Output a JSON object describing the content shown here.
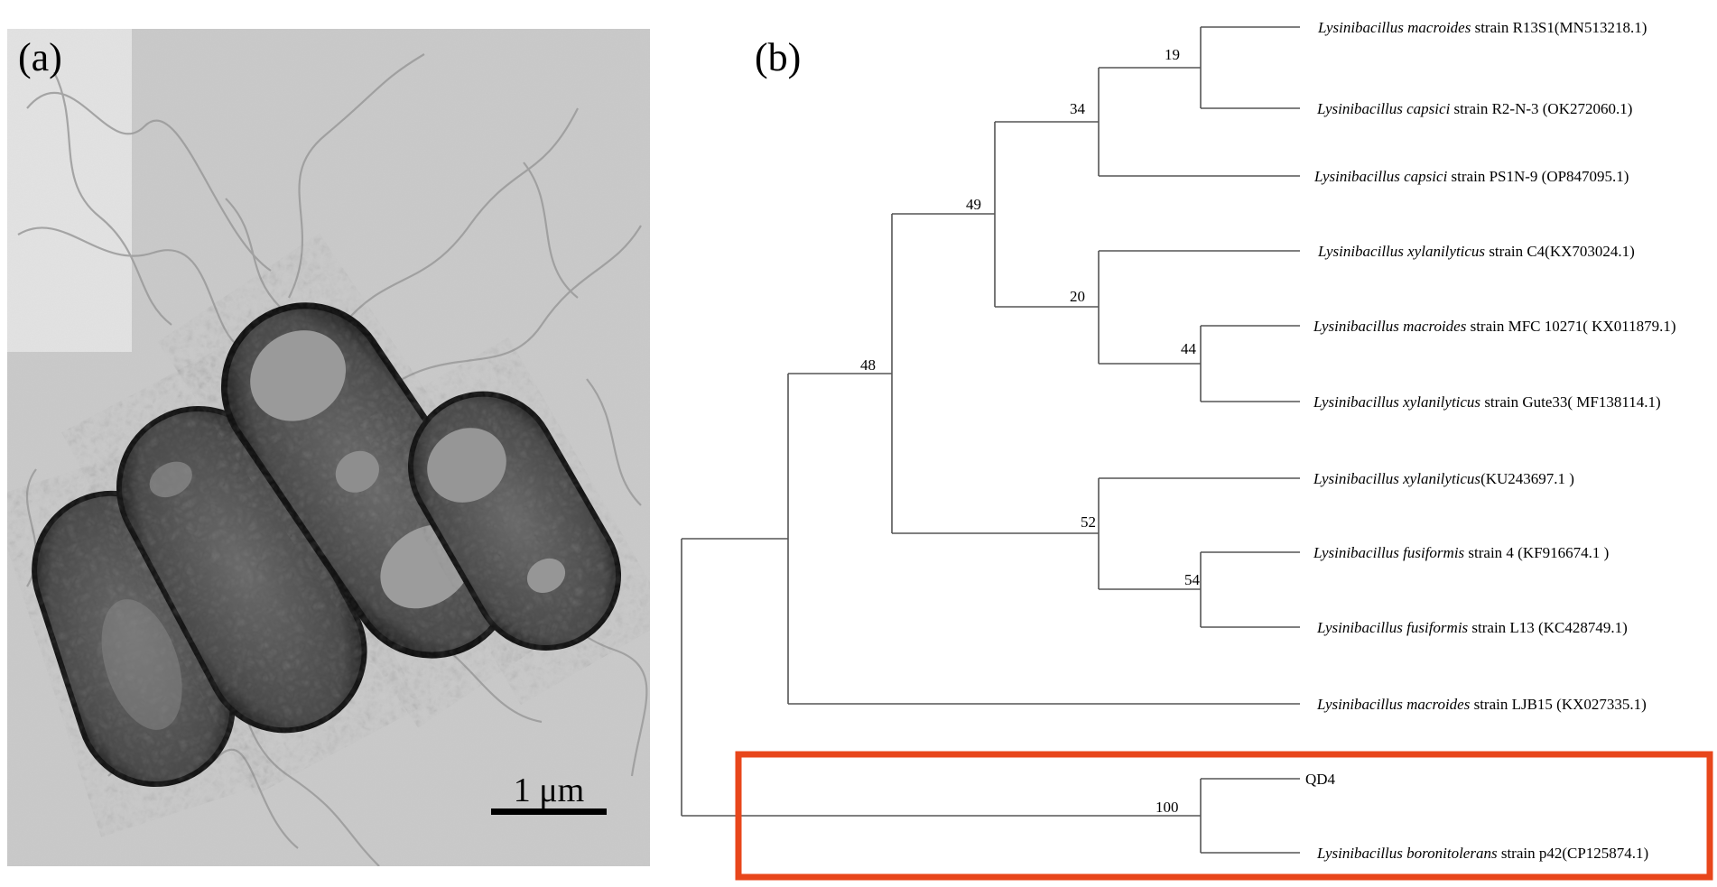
{
  "panel_a": {
    "label": "(a)",
    "scale_bar_label": "1 μm"
  },
  "panel_b": {
    "label": "(b)",
    "leaves": [
      {
        "genus": "Lysinibacillus",
        "species": "macroides",
        "rest": "strain R13S1(MN513218.1)"
      },
      {
        "genus": "Lysinibacillus",
        "species": "capsici",
        "rest": "strain R2-N-3 (OK272060.1)"
      },
      {
        "genus": "Lysinibacillus",
        "species": "capsici",
        "rest": "strain PS1N-9 (OP847095.1)"
      },
      {
        "genus": "Lysinibacillus",
        "species": "xylanilyticus",
        "rest": "strain C4(KX703024.1)"
      },
      {
        "genus": "Lysinibacillus",
        "species": "macroides",
        "rest": "strain MFC 10271( KX011879.1)"
      },
      {
        "genus": "Lysinibacillus",
        "species": "xylanilyticus",
        "rest": "strain Gute33( MF138114.1)"
      },
      {
        "genus": "Lysinibacillus",
        "species": "xylanilyticus",
        "rest": "(KU243697.1 )"
      },
      {
        "genus": "Lysinibacillus",
        "species": "fusiformis",
        "rest": "strain 4 (KF916674.1 )"
      },
      {
        "genus": "Lysinibacillus",
        "species": "fusiformis",
        "rest": "strain L13 (KC428749.1)"
      },
      {
        "genus": "Lysinibacillus",
        "species": "macroides",
        "rest": "strain LJB15 (KX027335.1)"
      },
      {
        "genus": "",
        "species": "",
        "rest": "QD4"
      },
      {
        "genus": "Lysinibacillus",
        "species": "boronitolerans",
        "rest": "strain p42(CP125874.1)"
      }
    ],
    "bootstrap": [
      "19",
      "34",
      "44",
      "20",
      "49",
      "54",
      "52",
      "48",
      "100"
    ],
    "highlight_color": "#e8461b"
  }
}
